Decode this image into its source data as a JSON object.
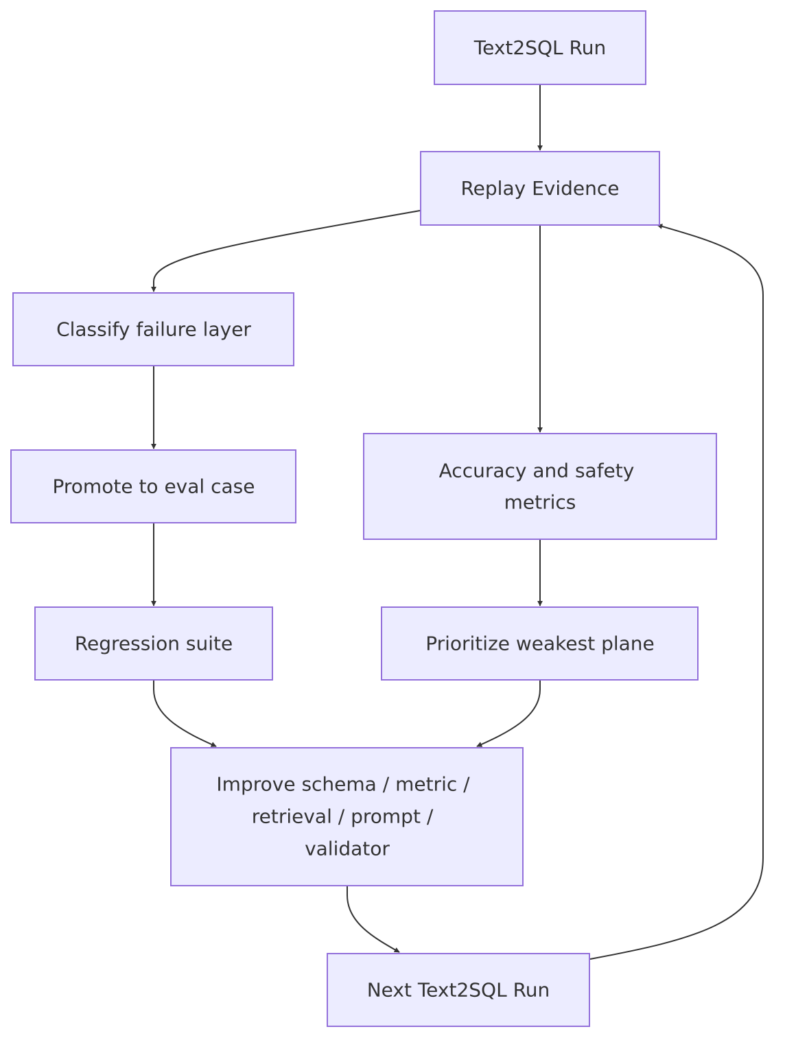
{
  "colors": {
    "node_fill": "#ececff",
    "node_border": "#9370db",
    "edge": "#333333",
    "text": "#333333"
  },
  "nodes": {
    "run": {
      "label": "Text2SQL Run"
    },
    "replay": {
      "label": "Replay Evidence"
    },
    "classify": {
      "label": "Classify failure layer"
    },
    "promote": {
      "label": "Promote to eval case"
    },
    "regression": {
      "label": "Regression suite"
    },
    "metrics": {
      "lines": [
        "Accuracy and safety",
        "metrics"
      ]
    },
    "prioritize": {
      "label": "Prioritize weakest plane"
    },
    "improve": {
      "lines": [
        "Improve schema / metric /",
        "retrieval / prompt /",
        "validator"
      ]
    },
    "next": {
      "label": "Next Text2SQL Run"
    }
  },
  "edges": [
    {
      "from": "run",
      "to": "replay"
    },
    {
      "from": "replay",
      "to": "classify"
    },
    {
      "from": "replay",
      "to": "metrics"
    },
    {
      "from": "classify",
      "to": "promote"
    },
    {
      "from": "promote",
      "to": "regression"
    },
    {
      "from": "metrics",
      "to": "prioritize"
    },
    {
      "from": "regression",
      "to": "improve"
    },
    {
      "from": "prioritize",
      "to": "improve"
    },
    {
      "from": "improve",
      "to": "next"
    },
    {
      "from": "next",
      "to": "replay"
    }
  ]
}
